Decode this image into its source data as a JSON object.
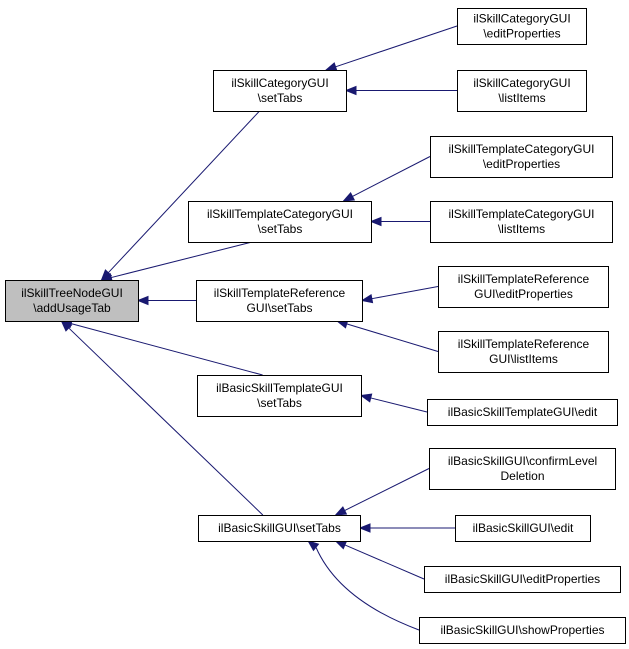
{
  "colors": {
    "edge": "#191970",
    "root_fill": "#bfbfbf",
    "node_fill": "#ffffff",
    "border": "#000000"
  },
  "nodes": {
    "root": [
      "ilSkillTreeNodeGUI",
      "\\addUsageTab"
    ],
    "cat_settabs": [
      "ilSkillCategoryGUI",
      "\\setTabs"
    ],
    "cat_editprops": [
      "ilSkillCategoryGUI",
      "\\editProperties"
    ],
    "cat_listitems": [
      "ilSkillCategoryGUI",
      "\\listItems"
    ],
    "tcat_settabs": [
      "ilSkillTemplateCategoryGUI",
      "\\setTabs"
    ],
    "tcat_editprops": [
      "ilSkillTemplateCategoryGUI",
      "\\editProperties"
    ],
    "tcat_listitems": [
      "ilSkillTemplateCategoryGUI",
      "\\listItems"
    ],
    "tref_settabs": [
      "ilSkillTemplateReference",
      "GUI\\setTabs"
    ],
    "tref_editprops": [
      "ilSkillTemplateReference",
      "GUI\\editProperties"
    ],
    "tref_listitems": [
      "ilSkillTemplateReference",
      "GUI\\listItems"
    ],
    "bst_settabs": [
      "ilBasicSkillTemplateGUI",
      "\\setTabs"
    ],
    "bst_edit": [
      "ilBasicSkillTemplateGUI\\edit"
    ],
    "bs_settabs": [
      "ilBasicSkillGUI\\setTabs"
    ],
    "bs_confirm": [
      "ilBasicSkillGUI\\confirmLevel",
      "Deletion"
    ],
    "bs_edit": [
      "ilBasicSkillGUI\\edit"
    ],
    "bs_editprops": [
      "ilBasicSkillGUI\\editProperties"
    ],
    "bs_showprops": [
      "ilBasicSkillGUI\\showProperties"
    ]
  },
  "edges": [
    {
      "from": "cat_settabs",
      "to": "root"
    },
    {
      "from": "tcat_settabs",
      "to": "root"
    },
    {
      "from": "tref_settabs",
      "to": "root"
    },
    {
      "from": "bst_settabs",
      "to": "root"
    },
    {
      "from": "bs_settabs",
      "to": "root"
    },
    {
      "from": "cat_editprops",
      "to": "cat_settabs"
    },
    {
      "from": "cat_listitems",
      "to": "cat_settabs"
    },
    {
      "from": "tcat_editprops",
      "to": "tcat_settabs"
    },
    {
      "from": "tcat_listitems",
      "to": "tcat_settabs"
    },
    {
      "from": "tref_editprops",
      "to": "tref_settabs"
    },
    {
      "from": "tref_listitems",
      "to": "tref_settabs"
    },
    {
      "from": "bst_edit",
      "to": "bst_settabs"
    },
    {
      "from": "bs_confirm",
      "to": "bs_settabs"
    },
    {
      "from": "bs_edit",
      "to": "bs_settabs"
    },
    {
      "from": "bs_editprops",
      "to": "bs_settabs"
    },
    {
      "from": "bs_showprops",
      "to": "bs_settabs"
    }
  ]
}
